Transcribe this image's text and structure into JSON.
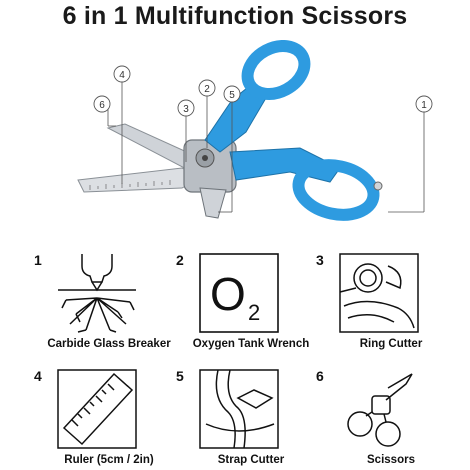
{
  "title": "6 in 1 Multifunction Scissors",
  "accent_color": "#2e9be0",
  "callouts": [
    "1",
    "2",
    "3",
    "4",
    "5",
    "6"
  ],
  "features": [
    {
      "num": "1",
      "label": "Carbide Glass Breaker",
      "icon": "glass-breaker-icon"
    },
    {
      "num": "2",
      "label": "Oxygen Tank Wrench",
      "icon": "oxygen-wrench-icon",
      "glyph": "O",
      "sub": "2"
    },
    {
      "num": "3",
      "label": "Ring Cutter",
      "icon": "ring-cutter-icon"
    },
    {
      "num": "4",
      "label": "Ruler (5cm / 2in)",
      "icon": "ruler-icon"
    },
    {
      "num": "5",
      "label": "Strap Cutter",
      "icon": "strap-cutter-icon"
    },
    {
      "num": "6",
      "label": "Scissors",
      "icon": "scissors-icon"
    }
  ]
}
